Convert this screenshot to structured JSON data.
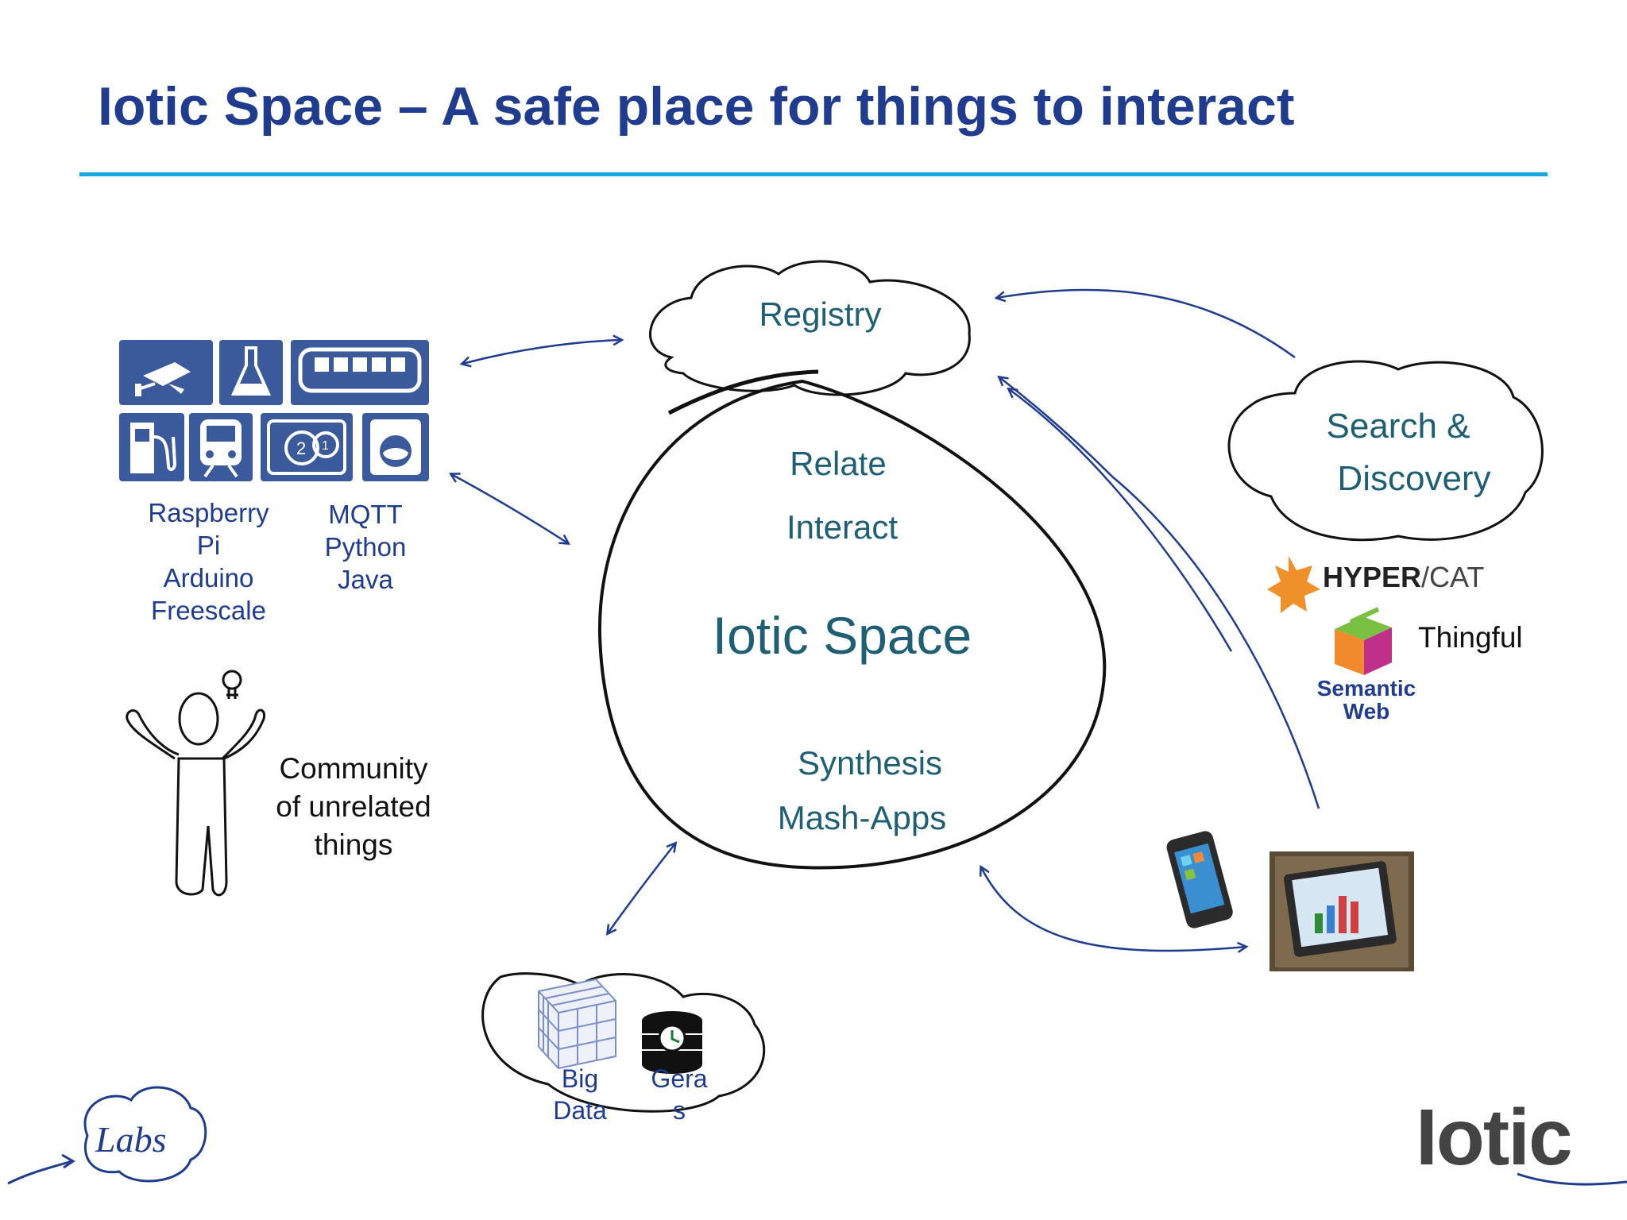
{
  "slide": {
    "title": "Iotic Space – A safe place for things to interact"
  },
  "center": {
    "label": "Iotic Space",
    "top_items": [
      "Relate",
      "Interact"
    ],
    "bottom_items": [
      "Synthesis",
      "Mash-Apps"
    ]
  },
  "registry": {
    "label": "Registry"
  },
  "search": {
    "line1": "Search &",
    "line2": "Discovery"
  },
  "devices": {
    "hardware": [
      "Raspberry",
      "Pi",
      "Arduino",
      "Freescale"
    ],
    "software": [
      "MQTT",
      "Python",
      "Java"
    ]
  },
  "community": {
    "lines": [
      "Community",
      "of unrelated",
      "things"
    ]
  },
  "bigdata": {
    "data_lines": [
      "Big",
      "Data"
    ],
    "gera_lines": [
      "Gera",
      "s"
    ]
  },
  "partners": {
    "hypercat_a": "HYPER",
    "hypercat_b": "/CAT",
    "thingful": "Thingful",
    "semantic": [
      "Semantic",
      "Web"
    ]
  },
  "logos": {
    "labs": "Labs",
    "iotic": "Iotic"
  },
  "colors": {
    "title": "#1f3c8f",
    "rule": "#1aa6e0",
    "arrow": "#1f3c8f",
    "text_teal": "#1e5f74"
  }
}
